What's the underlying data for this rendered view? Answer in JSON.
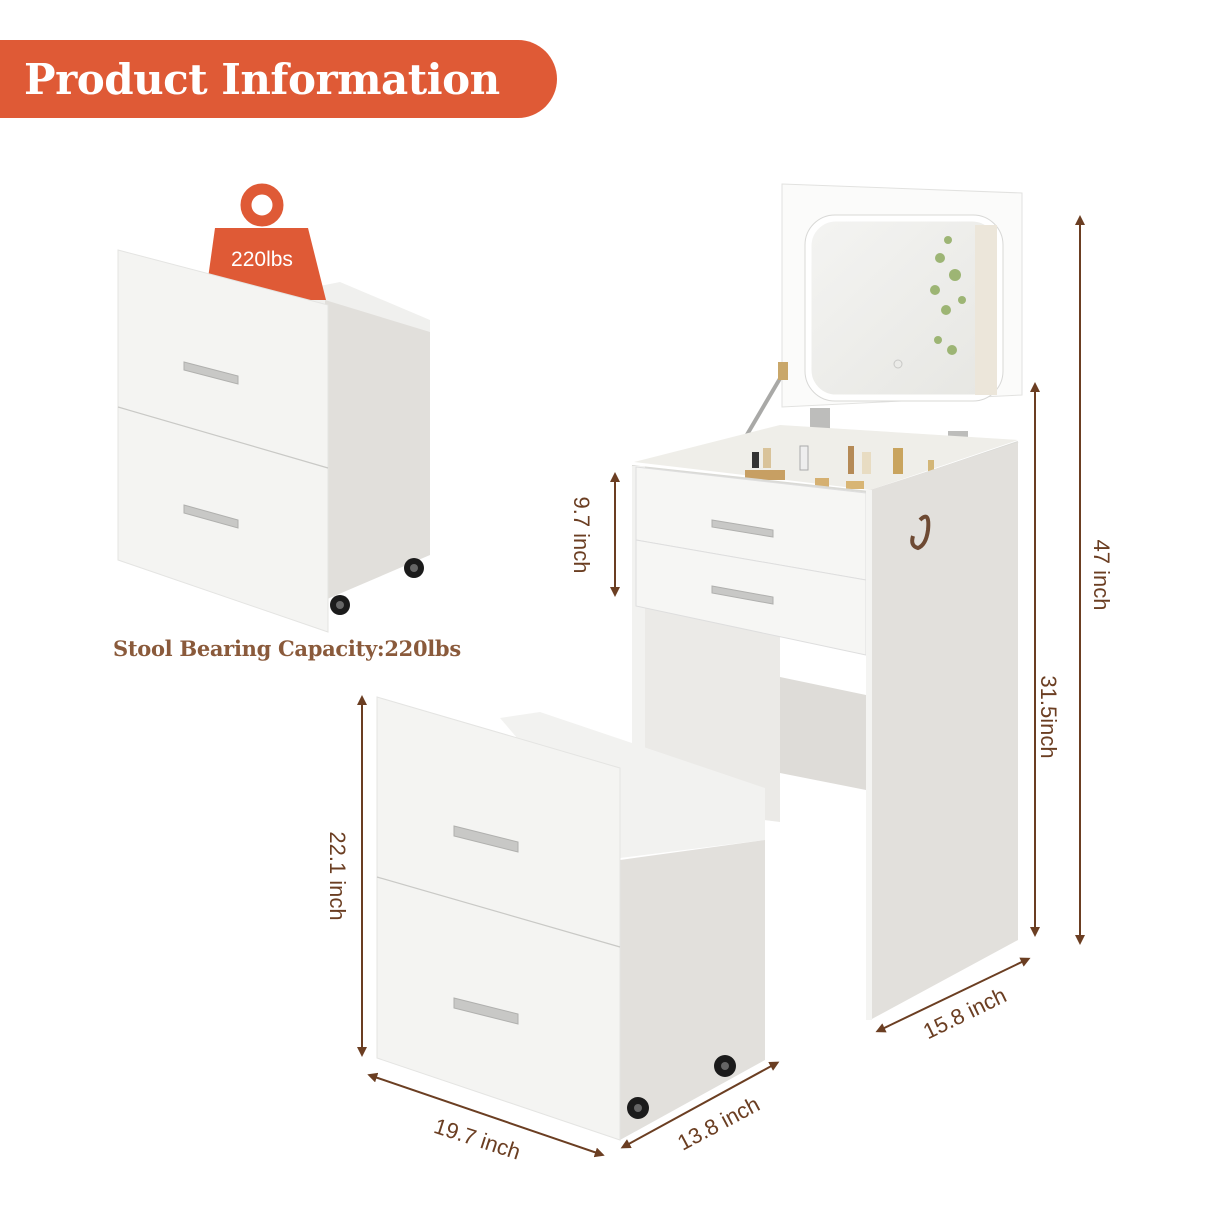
{
  "header": {
    "title": "Product Information"
  },
  "colors": {
    "accent": "#df5a36",
    "dimension": "#6b3e22",
    "caption": "#8a5a3b",
    "panel": "#f3f3f1",
    "panel_side": "#dcdad6"
  },
  "weight_badge": {
    "label": "220lbs",
    "icon": "weight-icon"
  },
  "stool_caption": "Stool Bearing Capacity:220lbs",
  "dimensions": {
    "drawer_height": "9.7 inch",
    "total_height": "47 inch",
    "desk_height": "31.5inch",
    "desk_depth": "15.8 inch",
    "stool_height": "22.1 inch",
    "stool_width": "19.7 inch",
    "stool_depth": "13.8 inch"
  },
  "products": [
    {
      "name": "Stool (detail view)",
      "drawers": 2,
      "casters": 2
    },
    {
      "name": "Flip-top vanity desk",
      "features": [
        "LED mirror",
        "touch button",
        "storage compartment",
        "2 drawers",
        "side hook"
      ]
    },
    {
      "name": "Stool",
      "drawers": 2,
      "casters": 2
    }
  ]
}
